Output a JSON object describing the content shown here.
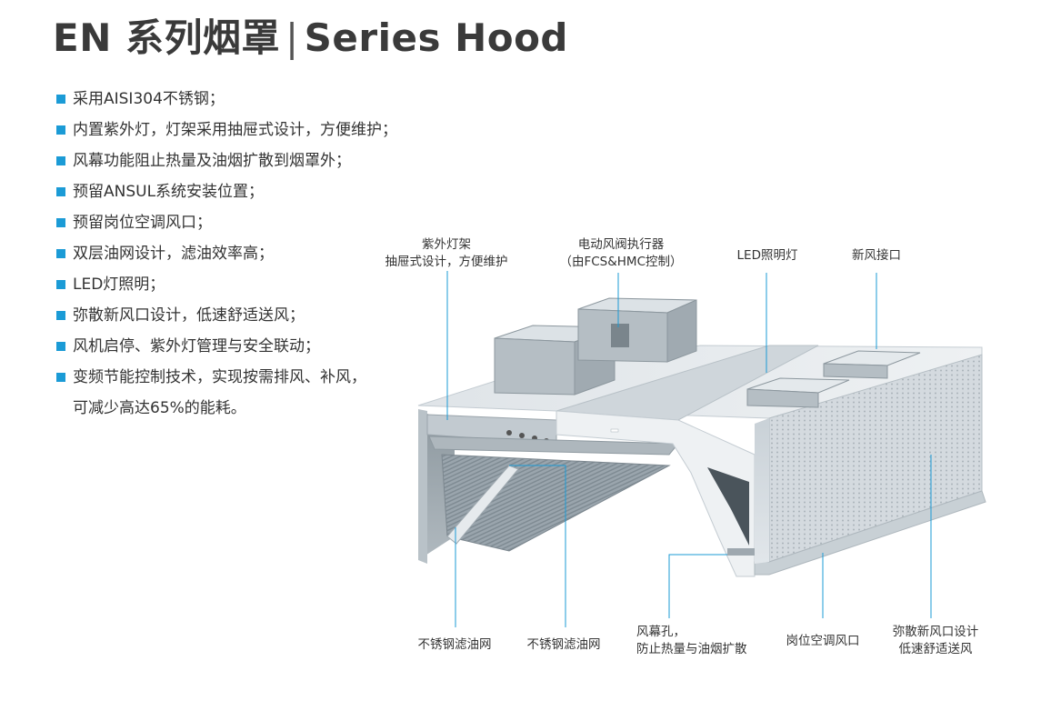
{
  "title": {
    "prefix": "EN 系列烟罩",
    "separator": "|",
    "suffix": "Series Hood"
  },
  "features": [
    "采用AISI304不锈钢；",
    "内置紫外灯，灯架采用抽屉式设计，方便维护；",
    "风幕功能阻止热量及油烟扩散到烟罩外；",
    "预留ANSUL系统安装位置；",
    "预留岗位空调风口；",
    "双层油网设计，滤油效率高；",
    "LED灯照明；",
    "弥散新风口设计，低速舒适送风；",
    "风机启停、紫外灯管理与安全联动；",
    "变频节能控制技术，实现按需排风、补风，"
  ],
  "features_continuation": "可减少高达65%的能耗。",
  "callouts": {
    "uv_rack_line1": "紫外灯架",
    "uv_rack_line2": "抽屉式设计，方便维护",
    "damper_line1": "电动风阀执行器",
    "damper_line2": "（由FCS&HMC控制）",
    "led": "LED照明灯",
    "fresh_air": "新风接口",
    "filter_a": "不锈钢滤油网",
    "filter_b": "不锈钢滤油网",
    "curtain_line1": "风幕孔，",
    "curtain_line2": "防止热量与油烟扩散",
    "post_ac": "岗位空调风口",
    "diffuse_line1": "弥散新风口设计",
    "diffuse_line2": "低速舒适送风"
  },
  "colors": {
    "bullet": "#1b9bd6",
    "leader": "#1b9bd6",
    "steel": "#a9b3ba",
    "steel_light": "#dfe3e6"
  }
}
